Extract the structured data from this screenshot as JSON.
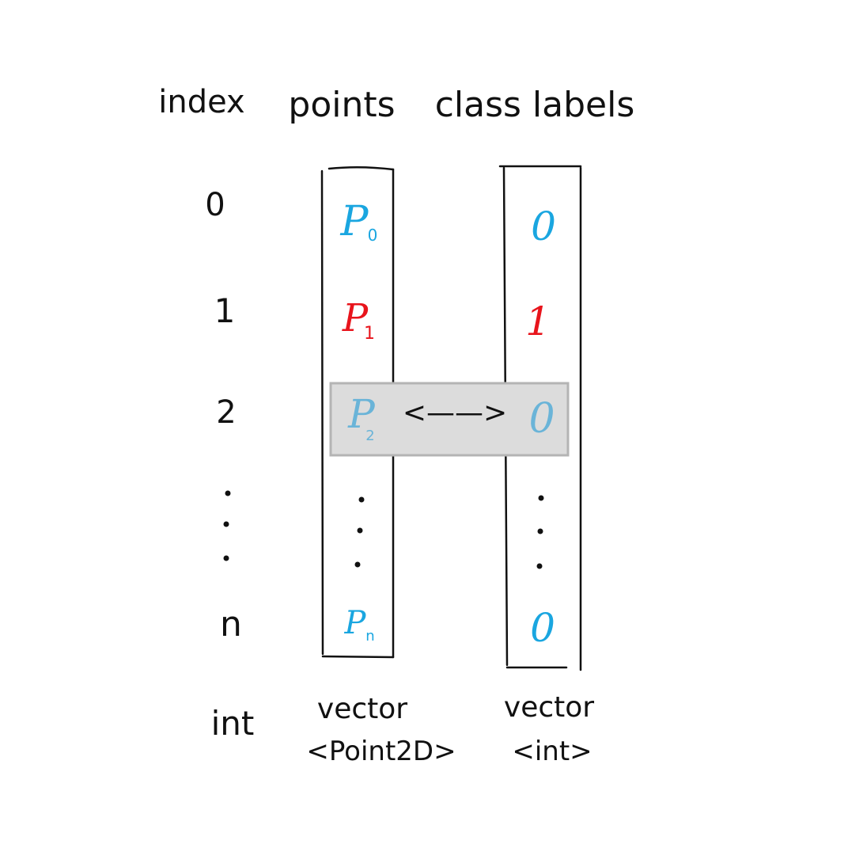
{
  "headers": {
    "index": "index",
    "points": "points",
    "class_labels": "class labels"
  },
  "rows": [
    {
      "index": "0",
      "point": "P",
      "point_sub": "0",
      "label": "0",
      "color": "#1aa6e0"
    },
    {
      "index": "1",
      "point": "P",
      "point_sub": "1",
      "label": "1",
      "color": "#e8141c"
    },
    {
      "index": "2",
      "point": "P",
      "point_sub": "2",
      "label": "0",
      "color": "#6ab4d8"
    },
    {
      "index": "n",
      "point": "P",
      "point_sub": "n",
      "label": "0",
      "color": "#1aa6e0"
    }
  ],
  "highlight": {
    "arrow": "<——>",
    "fill": "#dcdcdc",
    "stroke": "#b4b4b4"
  },
  "types": {
    "index": "int",
    "points_line1": "vector",
    "points_line2": "<Point2D>",
    "labels_line1": "vector",
    "labels_line2": "<int>"
  },
  "colors": {
    "ink": "#111111"
  }
}
